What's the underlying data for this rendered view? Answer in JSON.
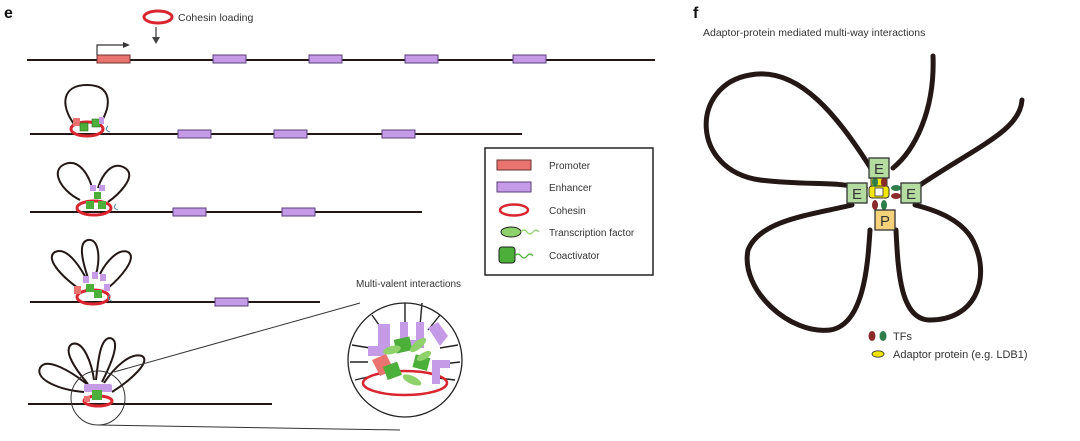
{
  "panel_e": {
    "letter": "e",
    "cohesin_loading_label": "Cohesin loading",
    "zoom_title": "Multi-valent interactions",
    "legend": [
      {
        "key": "promoter",
        "label": "Promoter"
      },
      {
        "key": "enhancer",
        "label": "Enhancer"
      },
      {
        "key": "cohesin",
        "label": "Cohesin"
      },
      {
        "key": "tf",
        "label": "Transcription factor"
      },
      {
        "key": "coactivator",
        "label": "Coactivator"
      }
    ],
    "stages": 5
  },
  "panel_f": {
    "letter": "f",
    "title": "Adaptor-protein mediated multi-way interactions",
    "element_labels": {
      "enhancer": "E",
      "promoter": "P"
    },
    "legend": {
      "tfs": "TFs",
      "adaptor": "Adaptor protein (e.g. LDB1)"
    }
  },
  "colors": {
    "promoter": "#e8736f",
    "enhancer": "#c59be8",
    "cohesin": "#d9252f",
    "tf": "#8fd16a",
    "coactivator": "#4caf3a",
    "chromatin": "#231815",
    "e_box": "#b5dca0",
    "p_box": "#f5d27a",
    "adaptor": "#f2e600",
    "tf_red": "#8b2a2a",
    "tf_green": "#2e7d4a"
  }
}
